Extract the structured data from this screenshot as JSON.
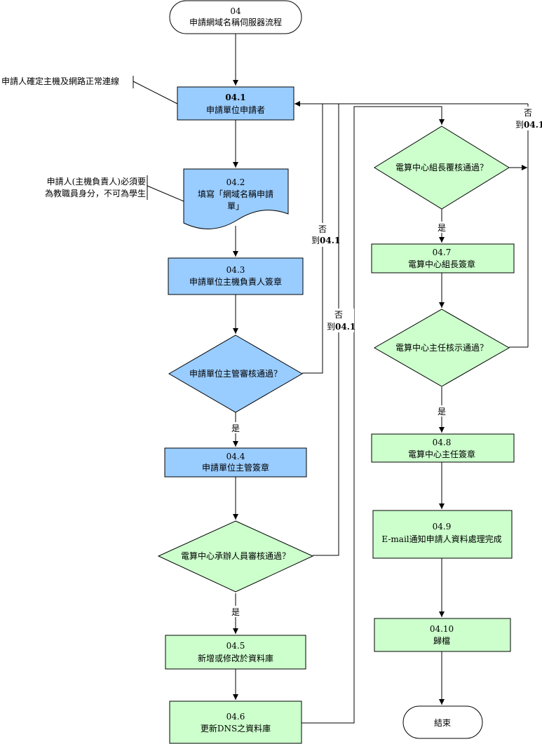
{
  "colors": {
    "blue_fill": "#99CCFF",
    "green_fill": "#CCFFCC",
    "line": "#000000"
  },
  "start": {
    "code": "04",
    "label": "申請網域名稱伺服器流程"
  },
  "notes": {
    "n1": "申請人確定主機及網路正常連線",
    "n2_line1": "申請人(主機負責人)必須要",
    "n2_line2": "為教職員身分，不可為學生"
  },
  "steps": {
    "s41": {
      "code": "04.1",
      "label": "申請單位申請者"
    },
    "s42": {
      "code": "04.2",
      "label_line1": "填寫「網域名稱申請",
      "label_line2": "單」"
    },
    "s43": {
      "code": "04.3",
      "label": "申請單位主機負責人簽章"
    },
    "d1": {
      "label": "申請單位主管審核通過？"
    },
    "s44": {
      "code": "04.4",
      "label": "申請單位主管簽章"
    },
    "d2": {
      "label": "電算中心承辦人員審核通過？"
    },
    "s45": {
      "code": "04.5",
      "label": "新增或修改於資料庫"
    },
    "s46": {
      "code": "04.6",
      "label": "更新DNS之資料庫"
    },
    "d3": {
      "label": "電算中心組長覆核通過？"
    },
    "s47": {
      "code": "04.7",
      "label": "電算中心組長簽章"
    },
    "d4": {
      "label": "電算中心主任核示通過？"
    },
    "s48": {
      "code": "04.8",
      "label": "電算中心主任簽章"
    },
    "s49": {
      "code": "04.9",
      "label": "E-mail通知申請人資料處理完成"
    },
    "s410": {
      "code": "04.10",
      "label": "歸檔"
    }
  },
  "end": {
    "label": "結束"
  },
  "labels": {
    "yes": "是",
    "no": "否",
    "to_prefix": "到",
    "to_target": "04.1"
  }
}
